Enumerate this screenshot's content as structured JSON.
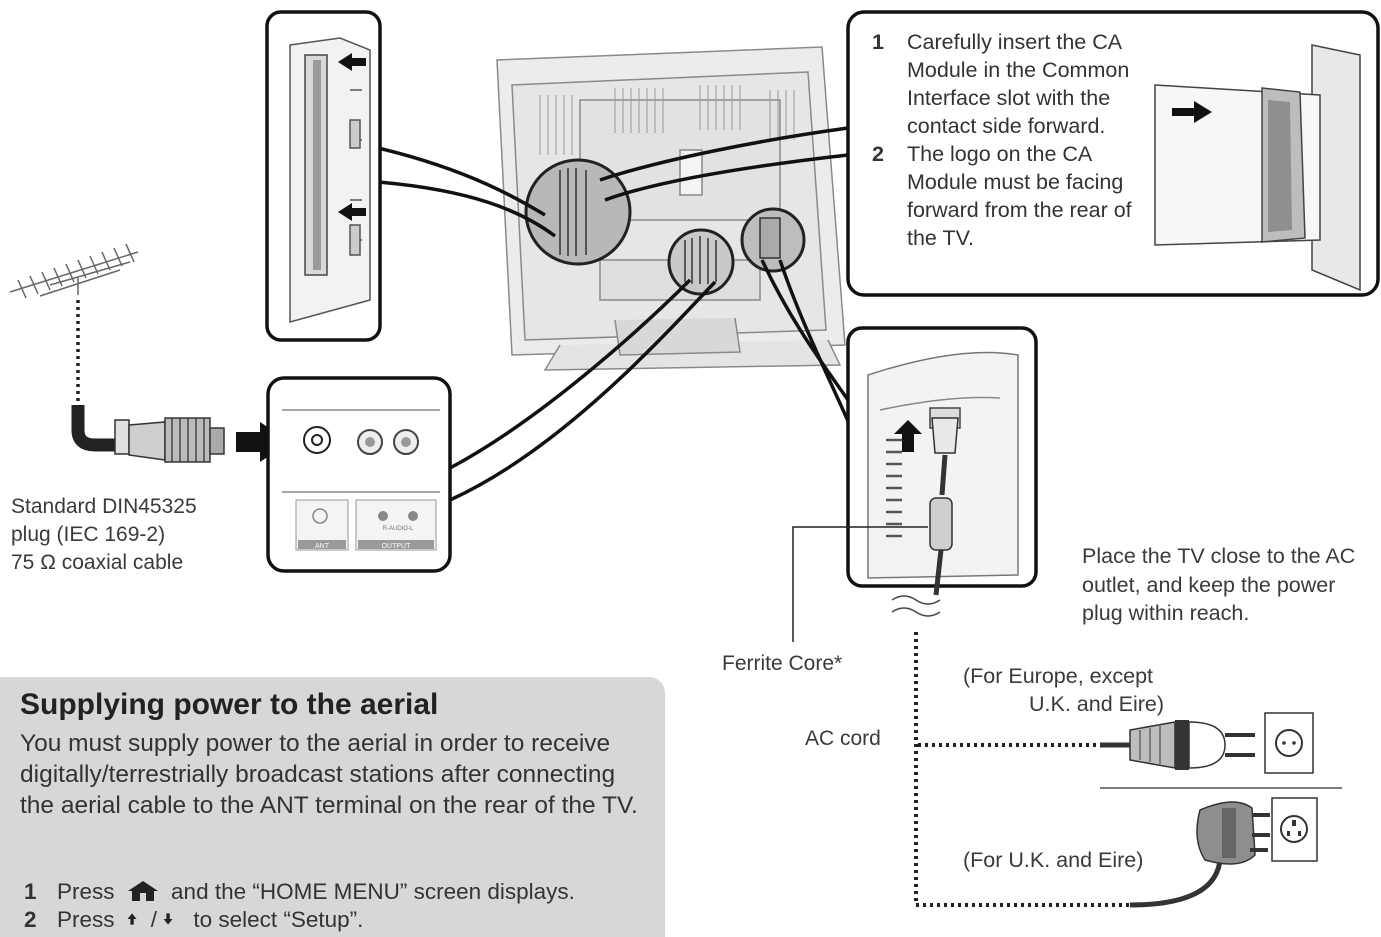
{
  "ca_steps": [
    {
      "num": "1",
      "text": "Carefully insert the CA Module in the Common Interface slot with the contact side forward."
    },
    {
      "num": "2",
      "text": "The logo on the CA Module must be facing forward from the rear of the TV."
    }
  ],
  "aerial_label": {
    "line1": "Standard DIN45325",
    "line2": "plug (IEC 169-2)",
    "line3": "75 Ω coaxial cable"
  },
  "panel_labels": {
    "ant": "ANT",
    "output": "OUTPUT",
    "output_sub": "R-AUDIO-L"
  },
  "placement_note": "Place the TV close to the AC outlet, and keep the power plug within reach.",
  "ferrite_label": "Ferrite Core*",
  "ac_cord_label": "AC cord",
  "europe_label": {
    "line1": "(For Europe, except",
    "line2": "U.K. and Eire)"
  },
  "uk_label": "(For U.K. and Eire)",
  "power_box": {
    "title": "Supplying power to the aerial",
    "body": "You must supply power to the aerial in order to receive digitally/terrestrially broadcast stations after connecting the aerial cable to the ANT terminal on the rear of the TV.",
    "step1": {
      "num": "1",
      "pre": "Press",
      "post": "and the “HOME MENU” screen displays."
    },
    "step2": {
      "num": "2",
      "pre": "Press",
      "post": "to select “Setup”."
    }
  },
  "icons": [
    "home-icon",
    "up-arrow-icon",
    "down-arrow-icon",
    "insert-arrow-icon"
  ]
}
